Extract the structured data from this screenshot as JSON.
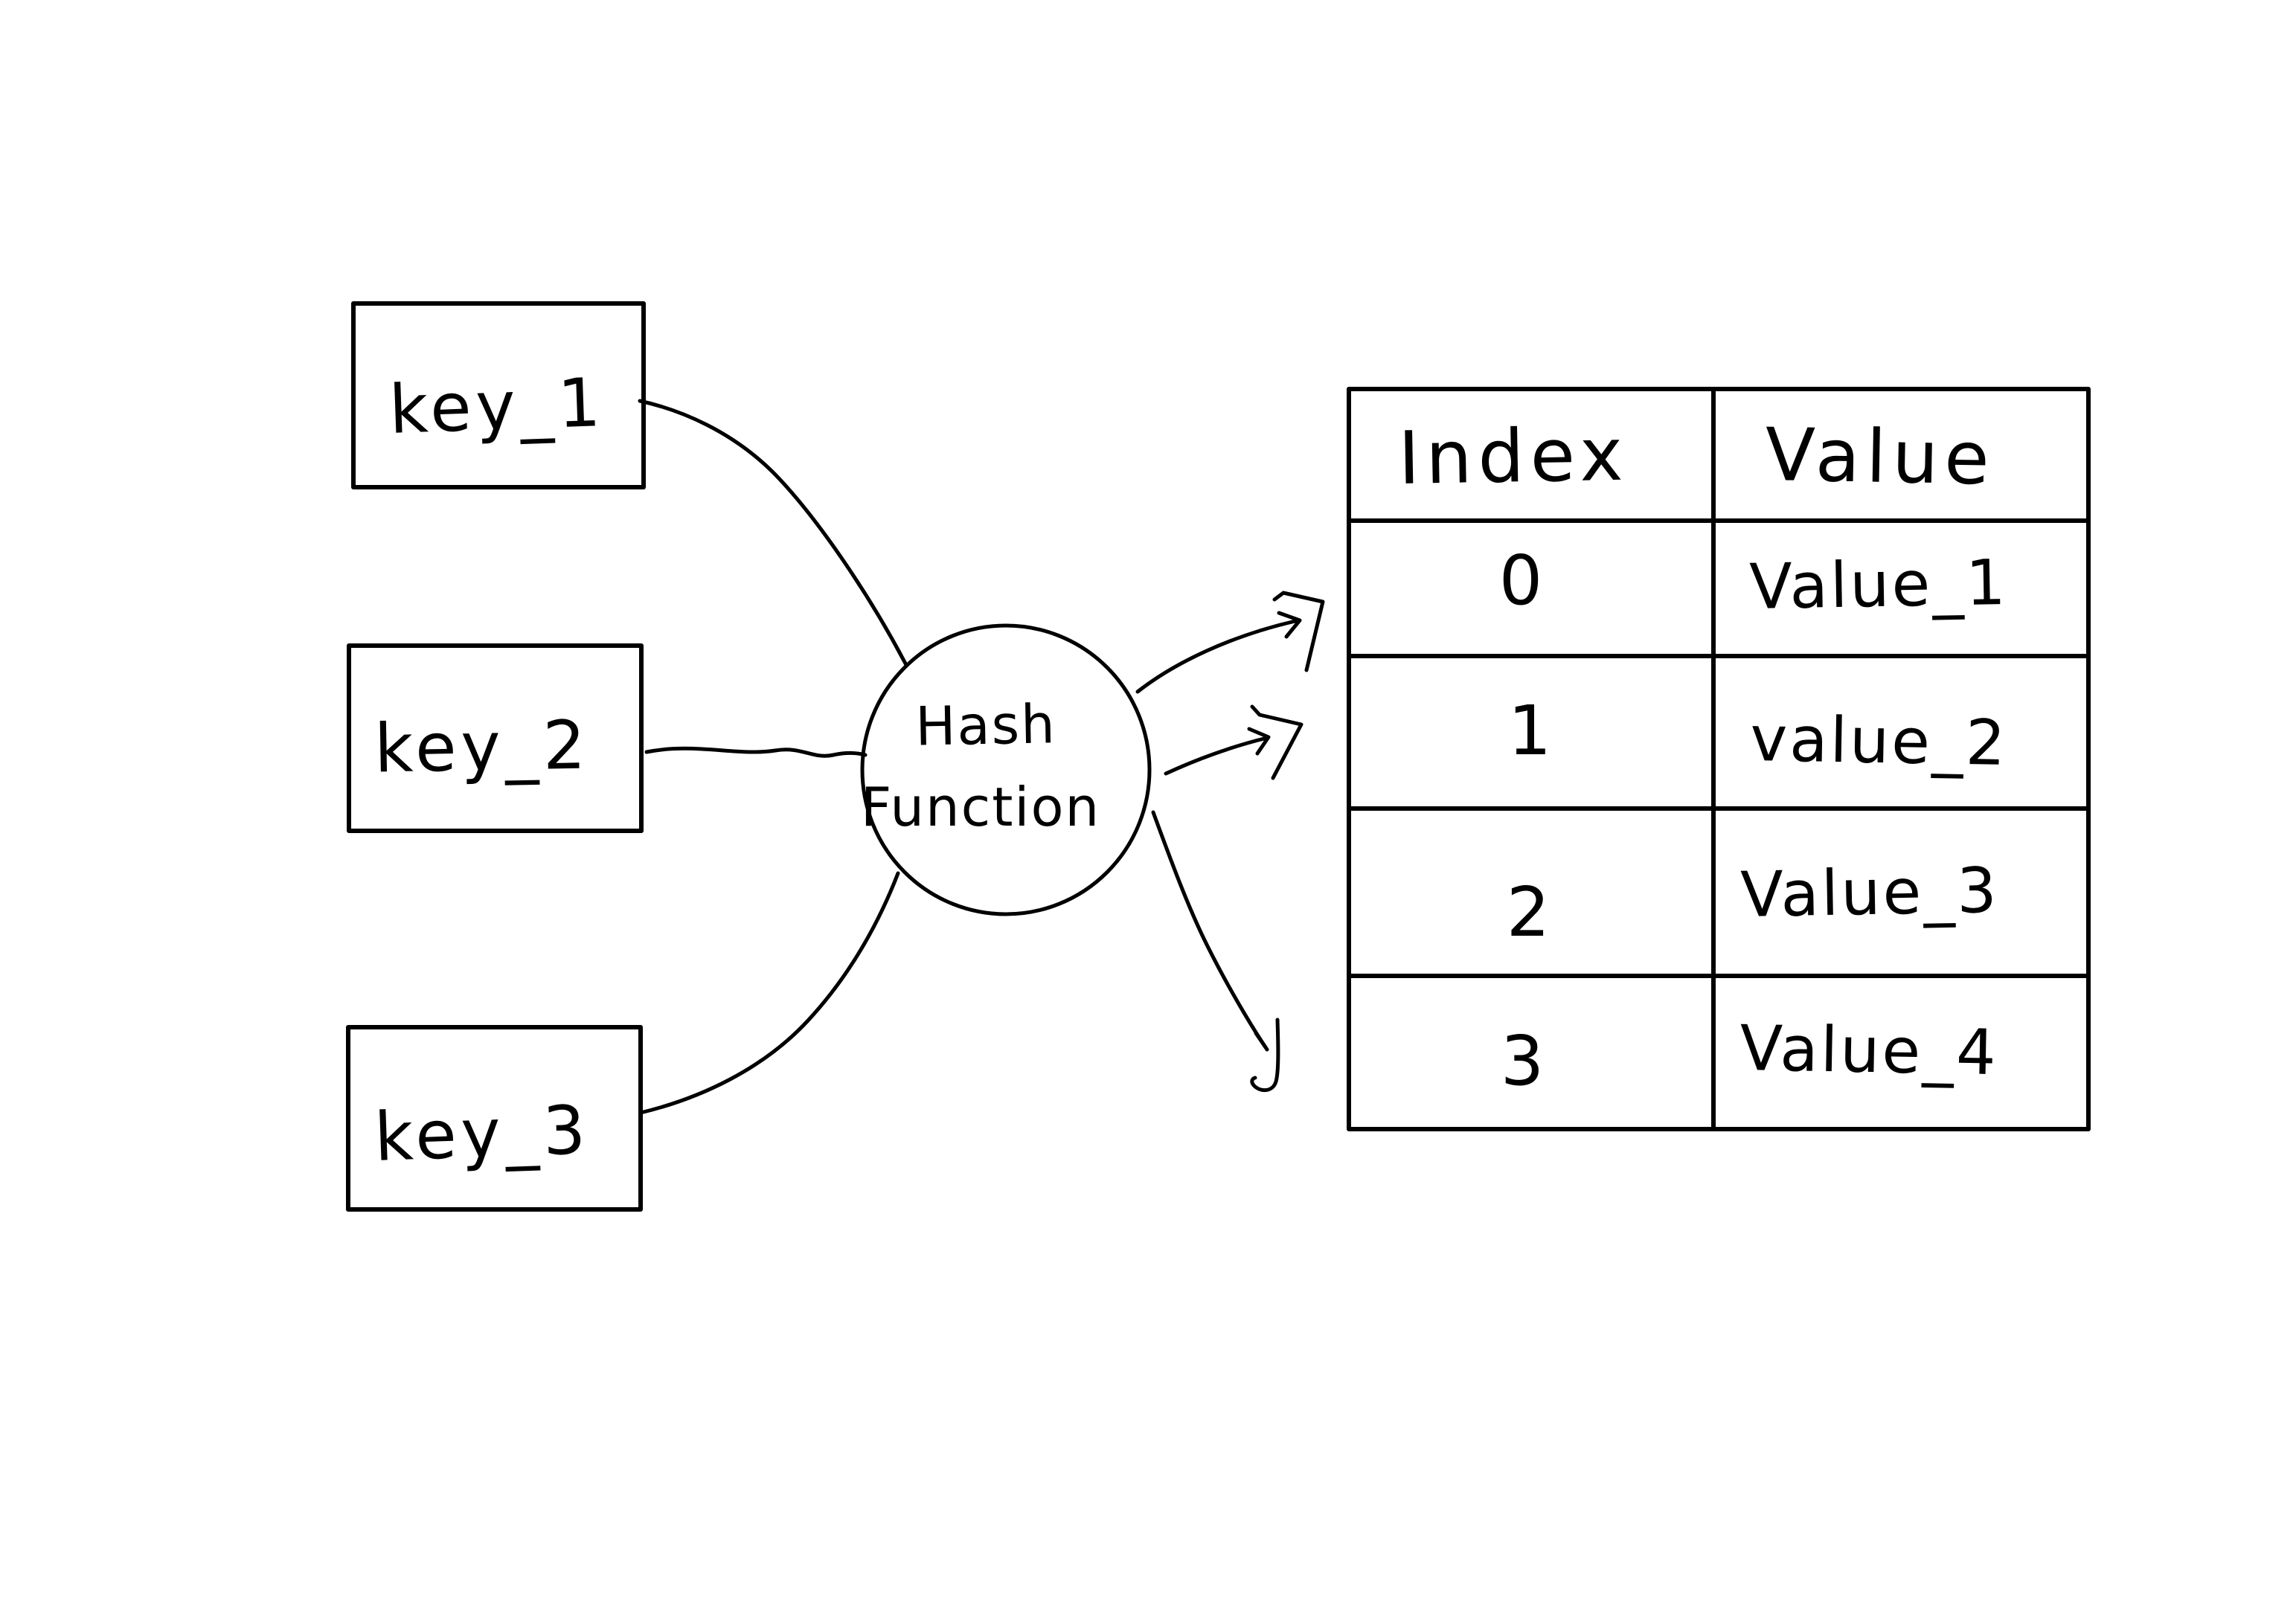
{
  "diagram": {
    "keys": [
      {
        "label": "key_1"
      },
      {
        "label": "key_2"
      },
      {
        "label": "key_3"
      }
    ],
    "hash_function": {
      "line1": "Hash",
      "line2": "Function"
    },
    "table": {
      "header": {
        "index": "Index",
        "value": "Value"
      },
      "rows": [
        {
          "index": "0",
          "value": "Value_1"
        },
        {
          "index": "1",
          "value": "value_2"
        },
        {
          "index": "2",
          "value": "Value_3"
        },
        {
          "index": "3",
          "value": "Value_4"
        }
      ]
    },
    "connections": [
      {
        "from": "key_1",
        "to": "Hash Function"
      },
      {
        "from": "key_2",
        "to": "Hash Function"
      },
      {
        "from": "key_3",
        "to": "Hash Function"
      },
      {
        "from": "Hash Function",
        "to": "row 0"
      },
      {
        "from": "Hash Function",
        "to": "row 1"
      },
      {
        "from": "Hash Function",
        "to": "row 3"
      }
    ],
    "colors": {
      "ink": "#000000",
      "background": "#ffffff"
    }
  }
}
